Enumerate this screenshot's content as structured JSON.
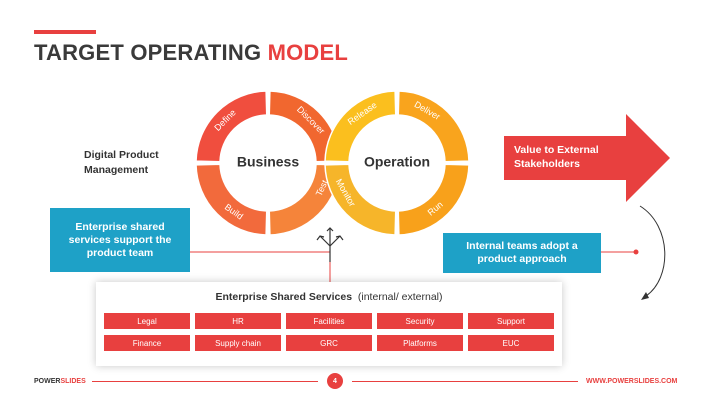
{
  "title": {
    "main": "TARGET OPERATING ",
    "accent": "MODEL"
  },
  "dpm_label": "Digital Product Management",
  "business": {
    "center": "Business",
    "segments": [
      "Define",
      "Discover",
      "Test",
      "Build"
    ],
    "colors": [
      "#f04e3e",
      "#f1672f",
      "#f5843a",
      "#f26a3c"
    ]
  },
  "operation": {
    "center": "Operation",
    "segments": [
      "Release",
      "Deliver",
      "Run",
      "Monitor"
    ],
    "colors": [
      "#fbbf1e",
      "#f9a41d",
      "#f8a11b",
      "#f6b52a"
    ]
  },
  "arrow_text": "Value to External Stakeholders",
  "left_box": "Enterprise shared services support the product team",
  "right_box": "Internal teams adopt a product approach",
  "services": {
    "title_bold": "Enterprise Shared Services",
    "title_rest": "(internal/ external)",
    "items": [
      "Legal",
      "HR",
      "Facilities",
      "Security",
      "Support",
      "Finance",
      "Supply chain",
      "GRC",
      "Platforms",
      "EUC"
    ]
  },
  "footer": {
    "brand_a": "POWER",
    "brand_b": "SLIDES",
    "page": "4",
    "url": "WWW.POWERSLIDES.COM"
  },
  "colors": {
    "accent": "#e8403f",
    "blue": "#1ea1c7"
  }
}
